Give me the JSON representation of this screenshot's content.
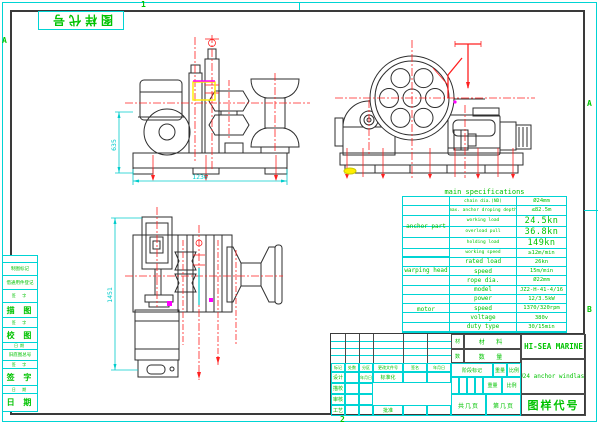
{
  "frame": {
    "zone_top": "1",
    "zone_bottom": "2",
    "zone_right_top": "A",
    "zone_right_bottom": "B",
    "zone_left_top": "A",
    "corner_label": "图样代号"
  },
  "colors": {
    "grid_cyan": "#00d4d4",
    "text_green": "#00c300",
    "centerline_red": "#ff2020",
    "outline_dark": "#2e2e2e",
    "highlight_yellow": "#ffee00",
    "highlight_magenta": "#ff00ff"
  },
  "spec_table": {
    "title": "main specifications",
    "groups": [
      {
        "label": "anchor part"
      },
      {
        "label": "warping head"
      },
      {
        "label": "motor"
      }
    ],
    "rows": [
      {
        "param": "chain dia.(ND)",
        "value": "Ø24mm"
      },
      {
        "param": "max. anchor droping depth",
        "value": "≤82.5m"
      },
      {
        "param": "working load",
        "value": "24.5kn"
      },
      {
        "param": "overload pull",
        "value": "36.8kn"
      },
      {
        "param": "holding load",
        "value": "149kn"
      },
      {
        "param": "working speed",
        "value": "≥12m/min"
      },
      {
        "param": "rated load",
        "value": "26kn"
      },
      {
        "param": "speed",
        "value": "15m/min"
      },
      {
        "param": "rope dia.",
        "value": "Ø22mm"
      },
      {
        "param": "model",
        "value": "JZ2-H-41-4/16"
      },
      {
        "param": "power",
        "value": "12/3.5kW"
      },
      {
        "param": "speed",
        "value": "1370/320rpm"
      },
      {
        "param": "voltage",
        "value": "380v"
      },
      {
        "param": "duty type",
        "value": "30/15min"
      }
    ]
  },
  "title_block": {
    "company": "HI-SEA MARINE",
    "product": "Ø24 anchor windlass",
    "drawing_code": "图样代号",
    "material_side": "材",
    "material_label": "材 料",
    "quantity_side": "数",
    "quantity_label": "数 量",
    "stage_mark_label": "阶段标记",
    "weight_label": "重量",
    "scale_label": "比例",
    "weight_label2": "重量",
    "scale_label2": "比例",
    "total_pages_label": "共几页",
    "page_no_label": "第几页",
    "header_cells": [
      "标记",
      "处数",
      "分区",
      "更改文件号",
      "签名",
      "年月日"
    ],
    "sig_rows": [
      {
        "c1": "设计",
        "c2": "",
        "c3": "年月日",
        "c4": "标准化",
        "c5": "",
        "c6": ""
      },
      {
        "c1": "描校",
        "c2": "",
        "c3": "",
        "c4": "",
        "c5": "",
        "c6": ""
      },
      {
        "c1": "审核",
        "c2": "",
        "c3": "",
        "c4": "",
        "c5": "",
        "c6": ""
      },
      {
        "c1": "工艺",
        "c2": "",
        "c3": "",
        "c4": "批准",
        "c5": "",
        "c6": ""
      }
    ]
  },
  "margin_strip": {
    "items": [
      {
        "t": ""
      },
      {
        "t": "制图标记"
      },
      {
        "t": "借通用件登记"
      },
      {
        "t": "签 字"
      },
      {
        "t": "描 图"
      },
      {
        "t": "签 字"
      },
      {
        "t": "校 图"
      },
      {
        "t": "日期"
      },
      {
        "t": "旧底图总号"
      },
      {
        "t": "签 字"
      },
      {
        "t": "签 字"
      },
      {
        "t": "日 期"
      },
      {
        "t": "日 期"
      }
    ]
  },
  "dimensions": {
    "front_width": "1236",
    "front_height": "635",
    "plan_height": "1451"
  }
}
